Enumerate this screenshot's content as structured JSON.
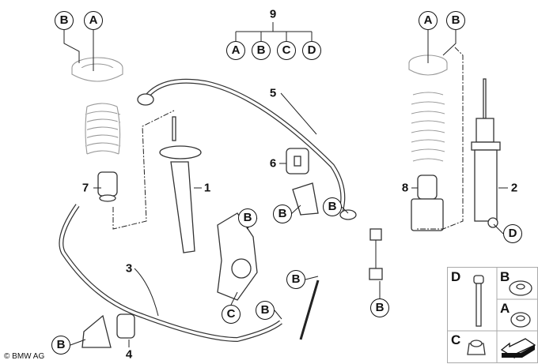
{
  "diagram": {
    "callouts": {
      "tl_b": "B",
      "tl_a": "A",
      "g9_a": "A",
      "g9_b": "B",
      "g9_c": "C",
      "g9_d": "D",
      "tr_a": "A",
      "tr_b": "B",
      "knuckle_b": "B",
      "bracket_b": "B",
      "bush_b": "B",
      "shock_d": "D",
      "link_b": "B",
      "link_low_b": "B",
      "knuckle_c": "C",
      "rod_b": "B",
      "stab_b": "B"
    },
    "parts": {
      "p1": "1",
      "p2": "2",
      "p3": "3",
      "p4": "4",
      "p5": "5",
      "p6": "6",
      "p7": "7",
      "p8": "8",
      "p9": "9"
    },
    "legend": {
      "d": "D",
      "b": "B",
      "a": "A",
      "c": "C"
    },
    "copyright": "© BMW AG"
  }
}
